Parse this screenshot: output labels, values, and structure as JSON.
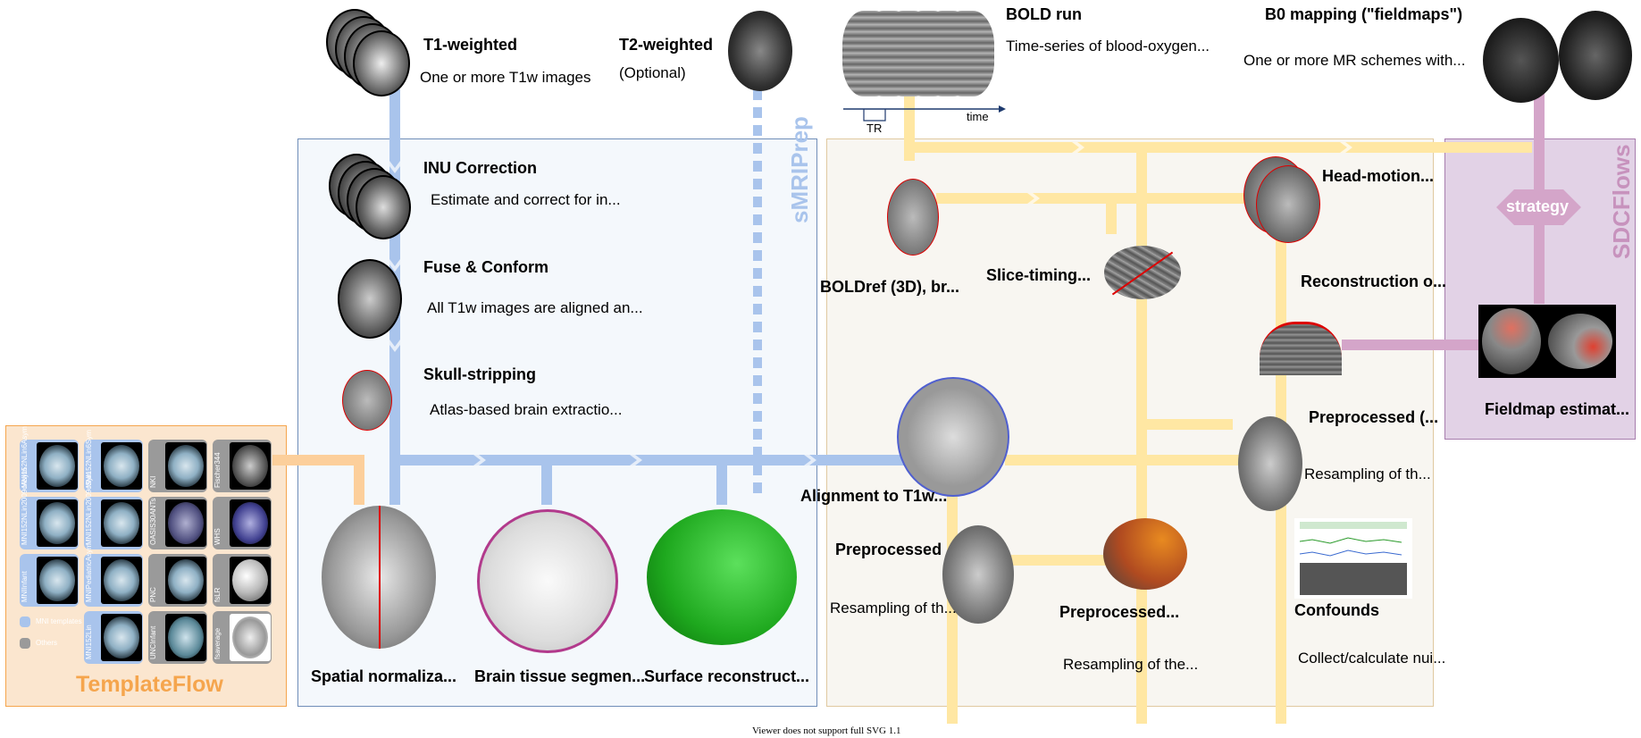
{
  "inputs": {
    "t1w": {
      "title": "T1-weighted",
      "desc": "One or more T1w images"
    },
    "t2w": {
      "title": "T2-weighted",
      "desc": "(Optional)"
    },
    "bold": {
      "title": "BOLD run",
      "desc": "Time-series of blood-oxygen...",
      "tr_label": "TR",
      "time_label": "time"
    },
    "fmap": {
      "title": "B0 mapping (\"fieldmaps\")",
      "desc": "One or more MR schemes with..."
    }
  },
  "smriprep": {
    "name": "sMRIPrep",
    "steps": [
      {
        "title": "INU Correction",
        "desc": "Estimate and correct for in..."
      },
      {
        "title": "Fuse & Conform",
        "desc": "All T1w images are aligned an..."
      },
      {
        "title": "Skull-stripping",
        "desc": "Atlas-based brain extractio..."
      }
    ],
    "outputs": [
      "Spatial normaliza...",
      "Brain tissue segmen...",
      "Surface reconstruct..."
    ]
  },
  "fmriprep": {
    "boldref": "BOLDref (3D), br...",
    "slice_timing": "Slice-timing...",
    "head_motion": "Head-motion...",
    "reconstruction": "Reconstruction o...",
    "alignment": "Alignment to T1w...",
    "preprocessed_vol": {
      "title": "Preprocessed",
      "desc": "Resampling of th..."
    },
    "preprocessed_surf": {
      "title": "Preprocessed...",
      "desc": "Resampling of the..."
    },
    "preprocessed_native": {
      "title": "Preprocessed (...",
      "desc": "Resampling of th..."
    },
    "confounds": {
      "title": "Confounds",
      "desc": "Collect/calculate nui..."
    }
  },
  "sdcflows": {
    "name": "SDCFlows",
    "strategy": "strategy",
    "fieldmap": "Fieldmap estimat..."
  },
  "templateflow": {
    "name": "TemplateFlow",
    "templates": [
      "MNI152NLin6Asym",
      "MNI152NLin6Sym",
      "NKI",
      "Fischer344",
      "MNI152NLin2009cAsym",
      "MNI152NLin2009cSym",
      "OASIS30ANTs",
      "WHS",
      "MNIInfant",
      "MNIPediatricAsym",
      "PNC",
      "fsLR",
      "MNI152Lin",
      "UNCInfant",
      "fsaverage"
    ],
    "legend": {
      "mni": "MNI templates",
      "others": "Others"
    }
  },
  "footer": "Viewer does not support full SVG 1.1",
  "colors": {
    "blue": "#a9c4ec",
    "yellow": "#ffe7a3",
    "pink": "#d4a5c9",
    "orange": "#f5a54d",
    "smri_bg": "#f4f8fc",
    "fmri_bg": "#f8f6f1",
    "sdc_bg": "#e2d2e6"
  }
}
